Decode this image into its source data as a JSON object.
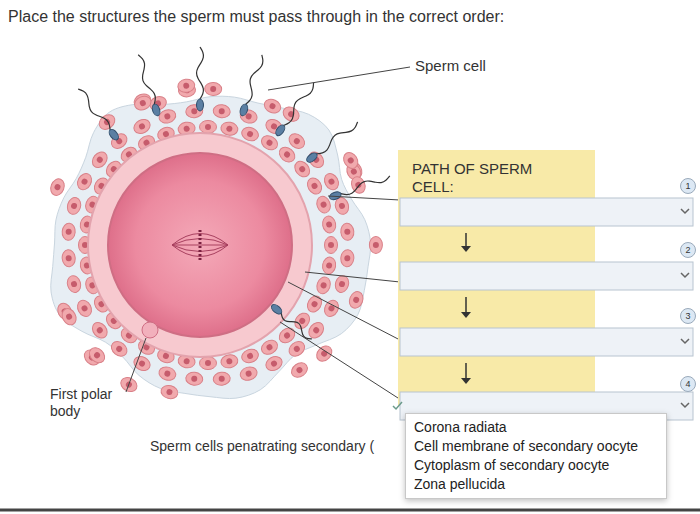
{
  "diagram": {
    "title": "Place the structures the sperm must pass through in the correct order:",
    "nodes": [
      {
        "text": [
          "PATH OF SPERM CELL:"
        ]
      },
      {
        "text": [
          "Corona radiata",
          "Cell membrane of secondary oocyte",
          "Cytoplasm of secondary oocyte",
          "Zona pellucida"
        ]
      },
      {
        "text": [
          "1"
        ]
      },
      {
        "text": [
          "2"
        ]
      },
      {
        "text": [
          "3"
        ]
      },
      {
        "text": [
          "4"
        ]
      }
    ],
    "labels": [
      "Sperm cell",
      "First polar body",
      "Sperm cells penatrating secondary ("
    ]
  }
}
